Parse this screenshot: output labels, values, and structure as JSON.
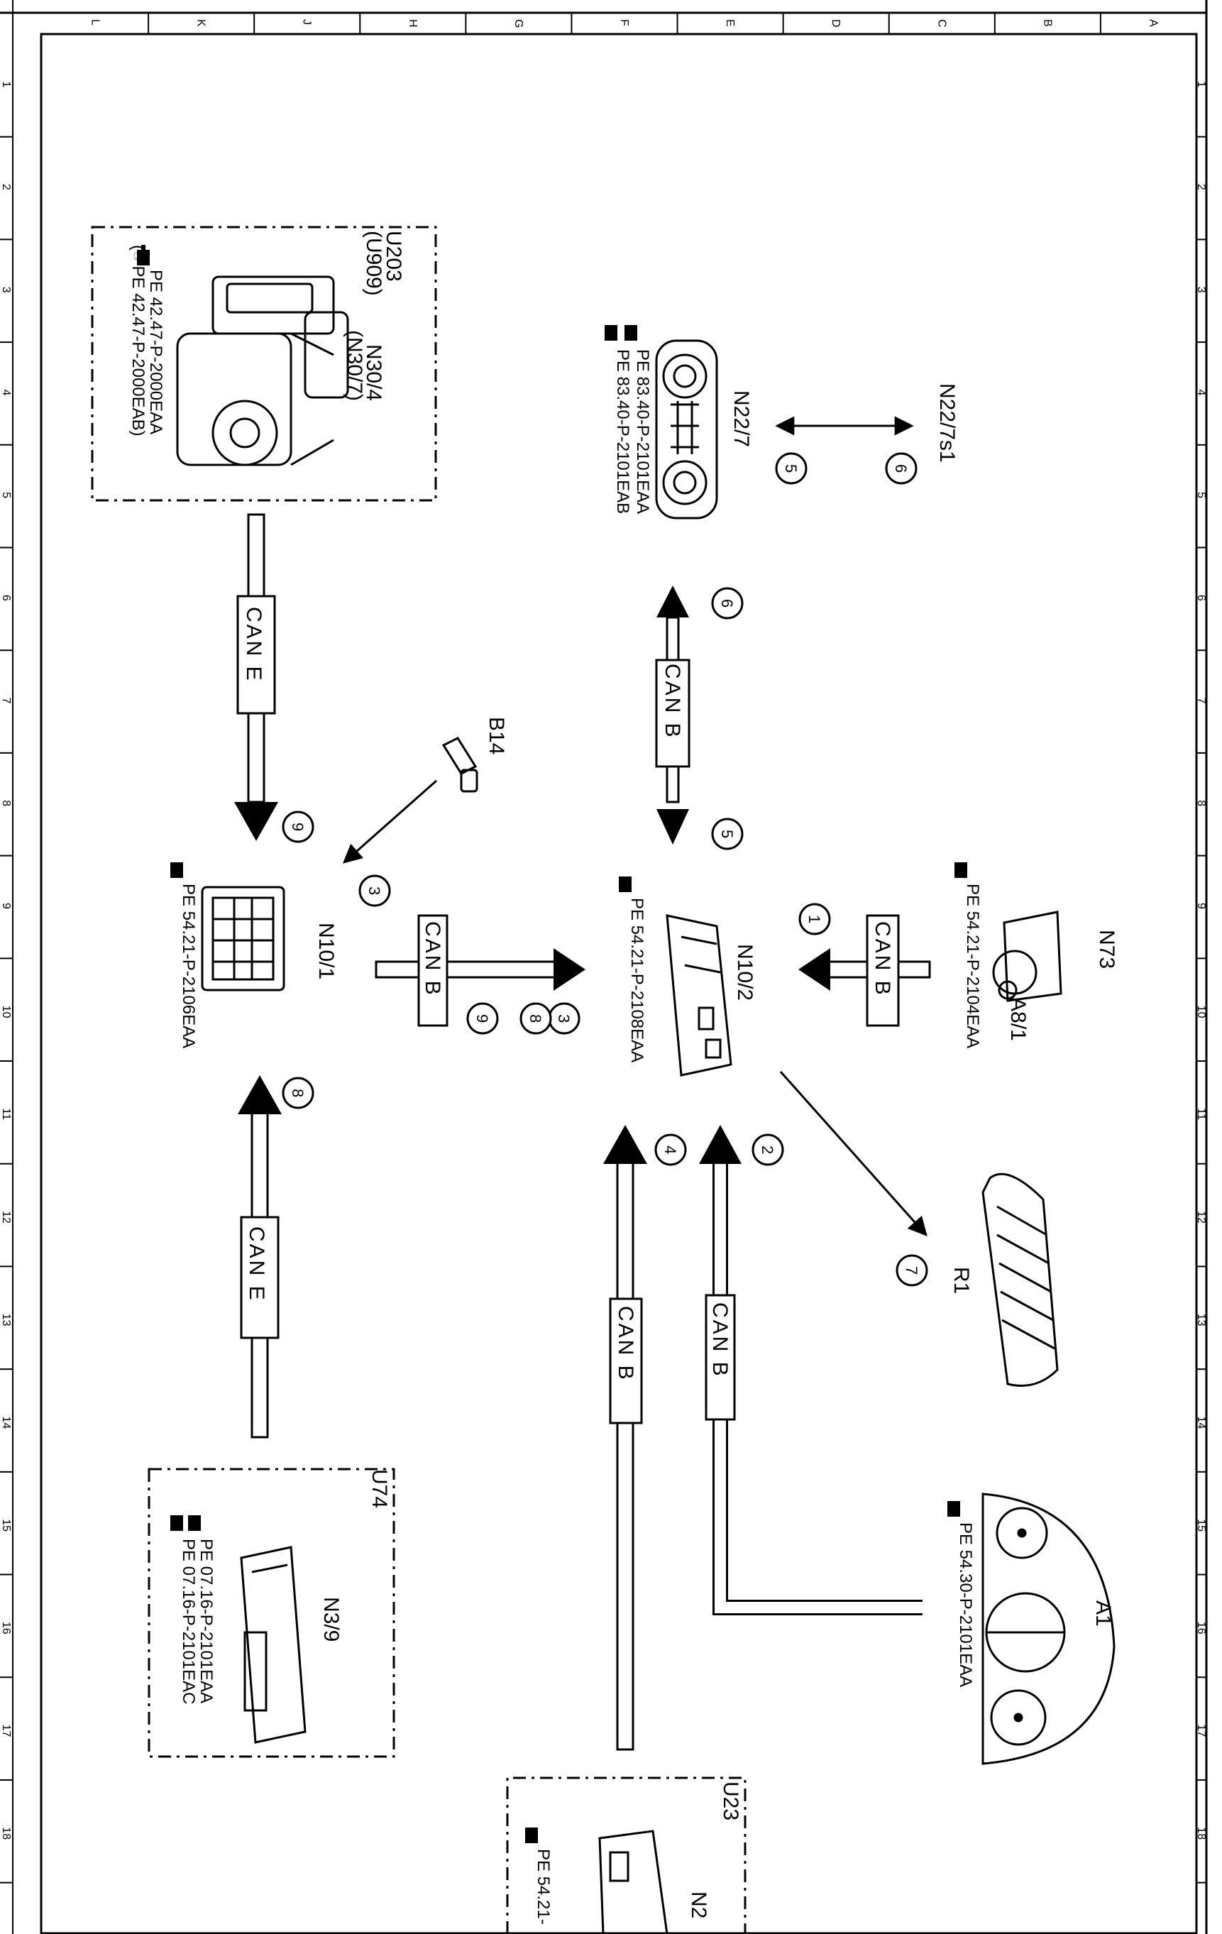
{
  "grid": {
    "col_letters": [
      "L",
      "K",
      "J",
      "H",
      "G",
      "F",
      "E",
      "D",
      "C",
      "B",
      "A"
    ],
    "row_numbers": [
      "1",
      "2",
      "3",
      "4",
      "5",
      "6",
      "7",
      "8",
      "9",
      "10",
      "11",
      "12",
      "13",
      "14",
      "15",
      "16",
      "17",
      "18"
    ]
  },
  "components": {
    "u203": {
      "label": "U203",
      "sub": "(U909)",
      "name": "N30/4",
      "name_alt": "(N30/7)",
      "ref1": "PE 42.47-P-2000EAA",
      "ref2": "(☞PE 42.47-P-2000EAB)"
    },
    "n22_7": {
      "name": "N22/7",
      "ref1": "PE 83.40-P-2101EAA",
      "ref2": "PE 83.40-P-2101EAB"
    },
    "n22_7s1": {
      "name": "N22/7s1"
    },
    "b14": {
      "name": "B14"
    },
    "n10_1": {
      "name": "N10/1",
      "ref1": "PE 54.21-P-2106EAA"
    },
    "n10_2": {
      "name": "N10/2",
      "ref1": "PE 54.21-P-2108EAA"
    },
    "n73": {
      "name": "N73",
      "sub": "A8/1",
      "ref1": "PE 54.21-P-2104EAA"
    },
    "r1": {
      "name": "R1"
    },
    "a1": {
      "name": "A1",
      "ref1": "PE 54.30-P-2101EAA"
    },
    "u74": {
      "label": "U74",
      "name": "N3/9",
      "ref1": "PE 07.16-P-2101EAA",
      "ref2": "PE 07.16-P-2101EAC"
    },
    "u23": {
      "label": "U23",
      "name": "N2",
      "ref1": "PE 54.21-"
    }
  },
  "buses": {
    "can_e": "CAN E",
    "can_b": "CAN B"
  },
  "steps": [
    "1",
    "2",
    "3",
    "4",
    "5",
    "6",
    "7",
    "8",
    "9"
  ],
  "ref_icon": "pointing-hand-icon"
}
